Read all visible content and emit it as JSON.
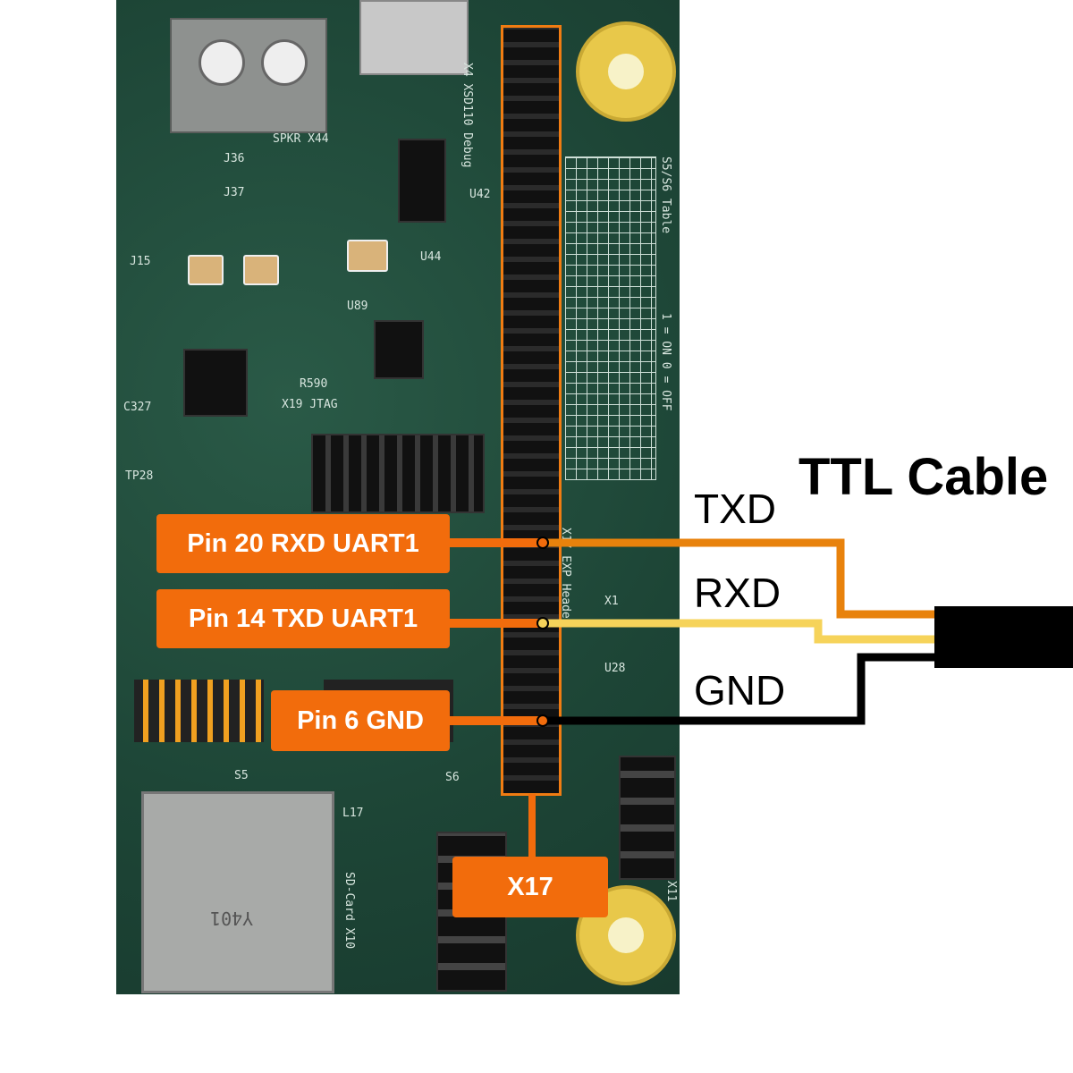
{
  "title": "TTL Cable",
  "wires": [
    {
      "name": "TXD",
      "color": "#e8820c"
    },
    {
      "name": "RXD",
      "color": "#f6d35a"
    },
    {
      "name": "GND",
      "color": "#000000"
    }
  ],
  "callouts": {
    "pin20": "Pin 20 RXD UART1",
    "pin14": "Pin 14 TXD UART1",
    "pin6": "Pin 6 GND",
    "header": "X17"
  },
  "silkscreen": {
    "debug": "X4 XSD110 Debug",
    "spkr": "SPKR X44",
    "j36": "J36",
    "j37": "J37",
    "j15": "J15",
    "u44": "U44",
    "u89": "U89",
    "u42": "U42",
    "r590": "R590",
    "jtag": "X19 JTAG",
    "c327": "C327",
    "tp28": "TP28",
    "s5": "S5",
    "s6": "S6",
    "l17": "L17",
    "sdcard": "SD-Card X10",
    "x11": "X11",
    "u28": "U28",
    "x1": "X1",
    "table": "S5/S6 Table",
    "onoff": "1 = ON  0 = OFF",
    "exp": "X17 EXP Header",
    "y401": "Y401"
  },
  "colors": {
    "accent": "#f26c0c",
    "pcb": "#1f4a3a"
  }
}
